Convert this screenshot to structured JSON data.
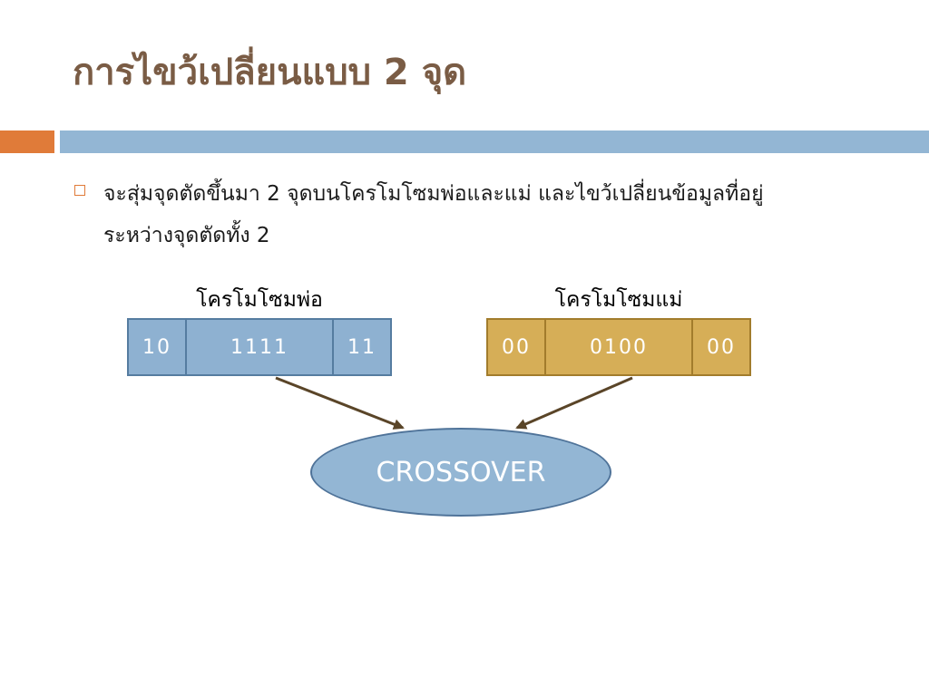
{
  "slide": {
    "title": "การไขว้เปลี่ยนแบบ 2 จุด",
    "bullet_line1": "จะสุ่มจุดตัดขึ้นมา 2 จุดบนโครโมโซมพ่อและแม่ และไขว้เปลี่ยนข้อมูลที่อยู่",
    "bullet_line2": "ระหว่างจุดตัดทั้ง 2"
  },
  "diagram": {
    "father": {
      "label": "โครโมโซมพ่อ",
      "segments": [
        "10",
        "1111",
        "11"
      ]
    },
    "mother": {
      "label": "โครโมโซมแม่",
      "segments": [
        "00",
        "0100",
        "00"
      ]
    },
    "crossover_label": "CROSSOVER"
  },
  "colors": {
    "title": "#7a5c45",
    "accent_orange": "#e07b39",
    "accent_blue": "#93b6d4",
    "father_fill": "#8eb1d1",
    "mother_fill": "#d6ae57",
    "arrow": "#5a4528"
  }
}
